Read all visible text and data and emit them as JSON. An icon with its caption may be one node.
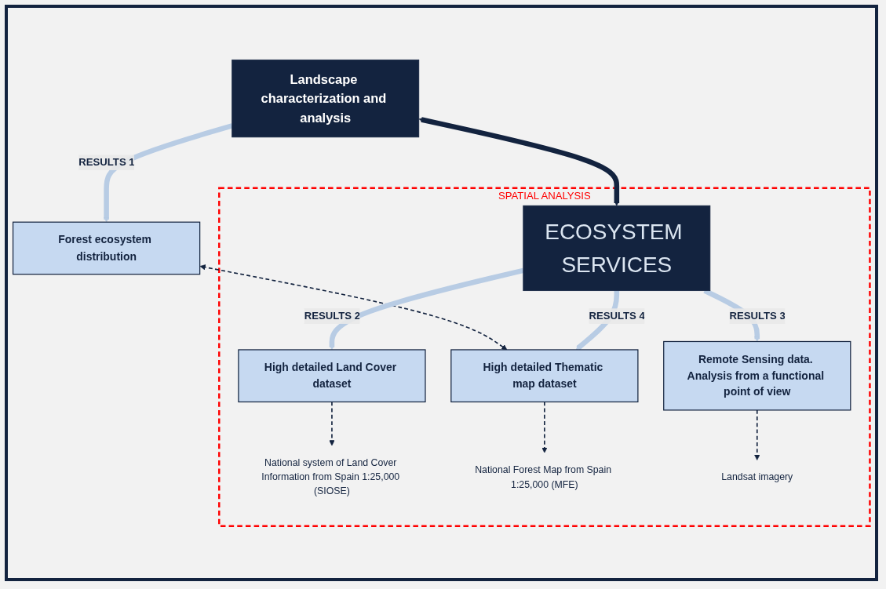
{
  "diagram": {
    "nodes": [
      {
        "text": [
          "Landscape characterization and analysis"
        ]
      },
      {
        "text": [
          "Forest ecosystem distribution"
        ]
      },
      {
        "text": [
          "SPATIAL ANALYSIS"
        ]
      },
      {
        "text": [
          "ECOSYSTEM SERVICES"
        ],
        "in": 2
      },
      {
        "text": [
          "High detailed Land Cover dataset"
        ],
        "in": 2
      },
      {
        "text": [
          "High detailed Thematic map dataset"
        ],
        "in": 2
      },
      {
        "text": [
          "National system of Land Cover Information from Spain 1:25,000 (SIOSE)"
        ],
        "in": 2
      },
      {
        "text": [
          "Remote Sensing data. Analysis from a functional point of view"
        ],
        "in": 2
      },
      {
        "text": [
          "National Forest Map from Spain 1:25,000 (MFE)"
        ],
        "in": 2
      },
      {
        "text": [
          "Landsat imagery"
        ],
        "in": 2
      }
    ],
    "edges": [
      {
        "from": 0,
        "to": 1,
        "arrow": "to",
        "label": "RESULTS 1",
        "color": "#b8cce4"
      },
      {
        "from": 0,
        "to": 3,
        "arrow": "both"
      },
      {
        "from": 1,
        "to": 5,
        "arrow": "both",
        "style": "dashed"
      },
      {
        "from": 3,
        "to": 4,
        "arrow": "to",
        "label": "RESULTS 2",
        "color": "#b8cce4"
      },
      {
        "from": 3,
        "to": 7,
        "arrow": "to",
        "label": "RESULTS 3",
        "color": "#b8cce4"
      },
      {
        "from": 3,
        "to": 5,
        "arrow": "to",
        "label": "RESULTS 4",
        "color": "#b8cce4"
      },
      {
        "from": 4,
        "to": 6,
        "arrow": "to",
        "style": "dashed"
      },
      {
        "from": 5,
        "to": 8,
        "arrow": "to",
        "style": "dashed"
      },
      {
        "from": 7,
        "to": 9,
        "arrow": "to",
        "style": "dashed"
      }
    ]
  }
}
